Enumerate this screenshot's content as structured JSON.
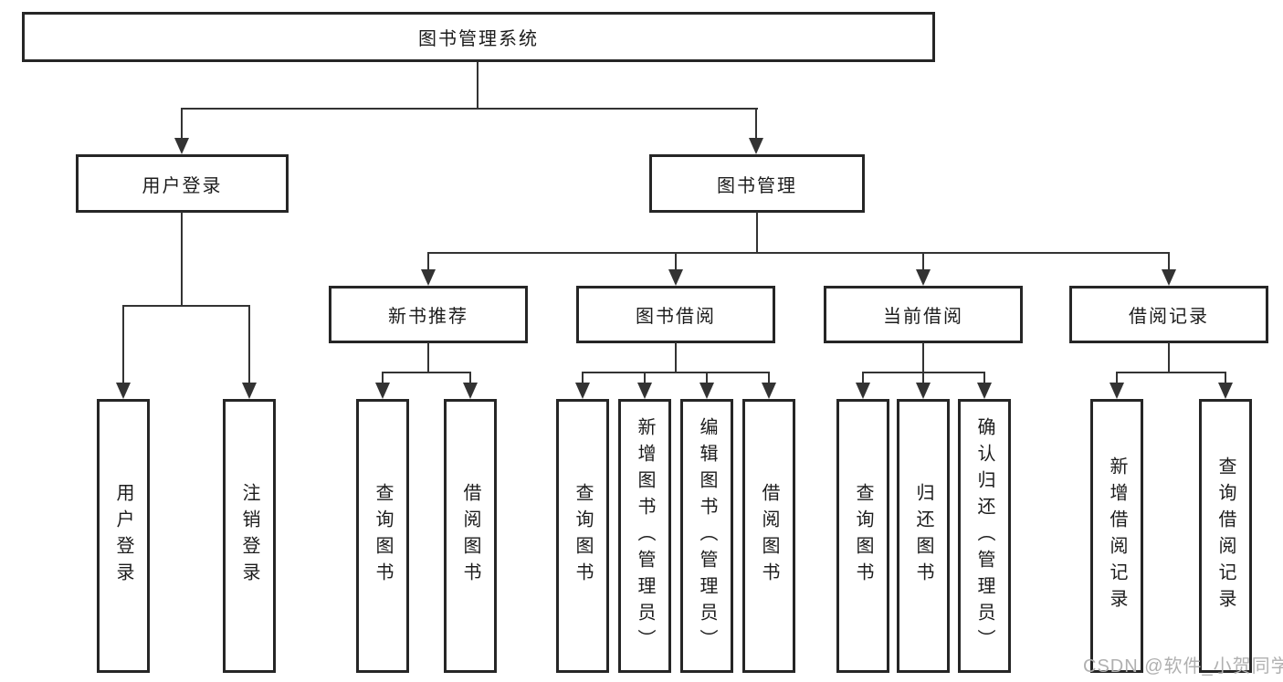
{
  "tree": {
    "root": {
      "label": "图书管理系统"
    },
    "branches": [
      {
        "label": "用户登录",
        "children": [
          {
            "label": "用户登录"
          },
          {
            "label": "注销登录"
          }
        ]
      },
      {
        "label": "图书管理",
        "sections": [
          {
            "label": "新书推荐",
            "children": [
              {
                "label": "查询图书"
              },
              {
                "label": "借阅图书"
              }
            ]
          },
          {
            "label": "图书借阅",
            "children": [
              {
                "label": "查询图书"
              },
              {
                "label": "新增图书（管理员）"
              },
              {
                "label": "编辑图书（管理员）"
              },
              {
                "label": "借阅图书"
              }
            ]
          },
          {
            "label": "当前借阅",
            "children": [
              {
                "label": "查询图书"
              },
              {
                "label": "归还图书"
              },
              {
                "label": "确认归还（管理员）"
              }
            ]
          },
          {
            "label": "借阅记录",
            "children": [
              {
                "label": "新增借阅记录"
              },
              {
                "label": "查询借阅记录"
              }
            ]
          }
        ]
      }
    ]
  },
  "watermark": {
    "text": "CSDN @软件_小贺同学"
  },
  "colors": {
    "line": "#333333",
    "border": "#262626",
    "text": "#1c1c1c",
    "watermark": "#b0b0b0",
    "background": "#ffffff"
  }
}
